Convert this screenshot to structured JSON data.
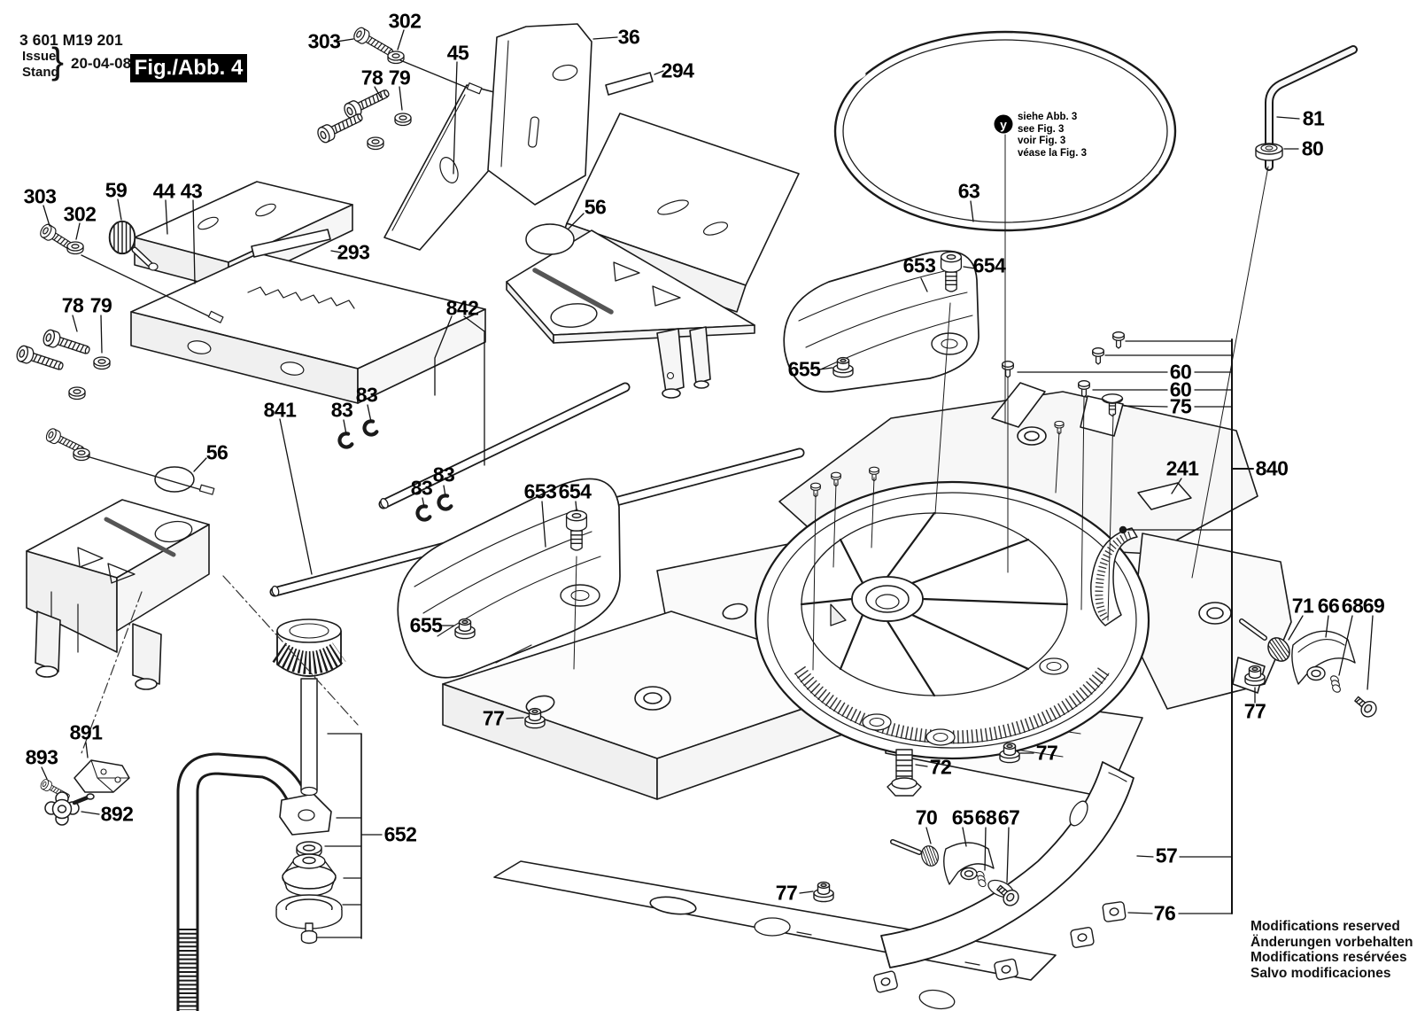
{
  "doc": {
    "part_number": "3 601 M19 201",
    "issue_label": "Issue",
    "stand_label": "Stand",
    "issue_date": "20-04-08",
    "figure_label": "Fig./Abb. 4"
  },
  "reference_note": {
    "marker": "y",
    "lines": [
      "siehe Abb. 3",
      "see Fig. 3",
      "voir Fig. 3",
      "véase la Fig. 3"
    ]
  },
  "footer_note": {
    "lines": [
      "Modifications reserved",
      "Änderungen vorbehalten",
      "Modifications resérvées",
      "Salvo modificaciones"
    ]
  },
  "colors": {
    "ink": "#1a1a1a",
    "paper": "#ffffff",
    "fig_box_bg": "#000000",
    "fig_box_fg": "#ffffff"
  },
  "callouts": {
    "k303_top": "303",
    "k302_top": "302",
    "k45": "45",
    "k36": "36",
    "k294": "294",
    "k78_top": "78",
    "k79_top": "79",
    "k303_left": "303",
    "k302_left": "302",
    "k59": "59",
    "k44": "44",
    "k43": "43",
    "k78_left": "78",
    "k79_left": "79",
    "k293": "293",
    "k56_top": "56",
    "k842": "842",
    "k841": "841",
    "k83_a": "83",
    "k83_b": "83",
    "k56_left": "56",
    "k83_c": "83",
    "k83_d": "83",
    "k653_mid": "653",
    "k654_mid": "654",
    "k655_mid": "655",
    "k77_a": "77",
    "k653_top": "653",
    "k654_top": "654",
    "k655_top": "655",
    "k63": "63",
    "k81": "81",
    "k80": "80",
    "k60_a": "60",
    "k60_b": "60",
    "k75": "75",
    "k241": "241",
    "k840": "840",
    "k71": "71",
    "k66": "66",
    "k68_a": "68",
    "k69": "69",
    "k77_b": "77",
    "k72": "72",
    "k77_c": "77",
    "k70": "70",
    "k65": "65",
    "k68_b": "68",
    "k67": "67",
    "k77_d": "77",
    "k57": "57",
    "k76": "76",
    "k891": "891",
    "k893": "893",
    "k892": "892",
    "k652": "652"
  }
}
